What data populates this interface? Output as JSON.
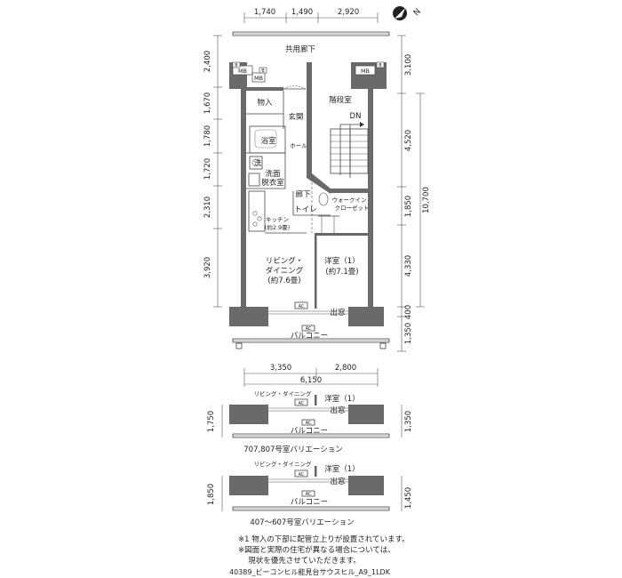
{
  "dimensions_top": [
    "1,740",
    "1,490",
    "2,920"
  ],
  "dimensions_left": [
    "2,400",
    "1,670",
    "1,780",
    "1,720",
    "2,310",
    "3,920"
  ],
  "dimensions_right": [
    "3,100",
    "4,520",
    "1,850",
    "10,700",
    "4,330",
    "1,350",
    "400"
  ],
  "dimensions_bottom": [
    "3,350",
    "2,800",
    "6,150"
  ],
  "rooms": {
    "corridor": "共用廊下",
    "mb1": "MB",
    "mb2": "MB",
    "mb3": "MB",
    "b1": "B",
    "b2": "B",
    "b3": "B",
    "storage": "物入",
    "entrance": "玄関",
    "stairs": "階段室",
    "dn": "DN",
    "bath": "浴室",
    "hall": "ホール",
    "washer": "洗",
    "washroom_1": "洗面",
    "washroom_2": "脱衣室",
    "hallway": "廊下",
    "toilet": "トイレ",
    "wic_1": "ウォークイン",
    "wic_2": "クローゼット",
    "kitchen_1": "キッチン",
    "kitchen_2": "(約2.9畳)",
    "living_1": "リビング・",
    "living_2": "ダイニング",
    "living_3": "(約7.6畳)",
    "western_1": "洋室（1）",
    "western_2": "(約7.1畳)",
    "ac": "AC",
    "exit_window": "出窓",
    "balcony": "バルコニー"
  },
  "variation1": {
    "living": "リビング・ダイニング",
    "western": "洋室（1）",
    "exit_window": "出窓",
    "ac": "AC",
    "balcony": "バルコニー",
    "dim_left": "1,750",
    "dim_right": "1,350",
    "caption": "707,807号室バリエーション"
  },
  "variation2": {
    "living": "リビング・ダイニング",
    "western": "洋室（1）",
    "exit_window": "出窓",
    "ac": "AC",
    "balcony": "バルコニー",
    "dim_left": "1,850",
    "dim_right": "1,450",
    "caption": "407～607号室バリエーション"
  },
  "compass": "N",
  "notes": [
    "※1 物入の下部に配管立上りが設置されています。",
    "※図面と実際の住宅が異なる場合については、",
    "　 現状を優先させていただきます。"
  ],
  "footer": "40389_ビーコンヒル能見台サウスヒル_A9_1LDK"
}
